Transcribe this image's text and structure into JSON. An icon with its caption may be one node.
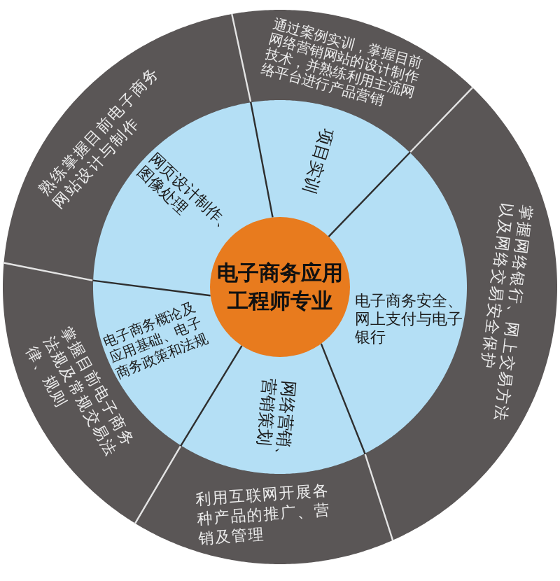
{
  "diagram": {
    "nodes": [
      {
        "text": [
          "电子商务应用工程师专业"
        ]
      },
      {
        "text": [
          "网页设计制作、图像处理"
        ]
      },
      {
        "text": [
          "项目实训"
        ]
      },
      {
        "text": [
          "电子商务安全、网上支付与电子银行"
        ]
      },
      {
        "text": [
          "网络营销、营销策划"
        ]
      },
      {
        "text": [
          "电子商务概论及应用基础、电子商务政策和法规"
        ]
      },
      {
        "text": [
          "熟练掌握目前电子商务网站设计与制作"
        ]
      },
      {
        "text": [
          "通过案例实训，掌握目前网络营销网站的设计制作技术，并熟练利用主流网络平台进行产品营销"
        ]
      },
      {
        "text": [
          "掌握网络银行、网上交易方法以及网络交易安全保护"
        ]
      },
      {
        "text": [
          "利用互联网开展各种产品的推广、营销及管理"
        ]
      },
      {
        "text": [
          "掌握目前电子商务法规及常规交易法律、规则"
        ]
      }
    ]
  }
}
